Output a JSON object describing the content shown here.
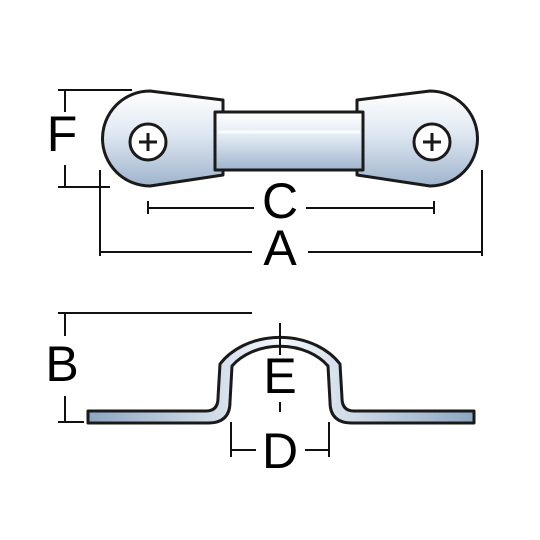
{
  "labels": {
    "a": "A",
    "b": "B",
    "c": "C",
    "d": "D",
    "e": "E",
    "f": "F"
  },
  "colors": {
    "metal_light": "#eef3f8",
    "metal_mid": "#c4d4e6",
    "metal_dark": "#8ea6c2",
    "outline": "#1a1a1a",
    "dimension": "#111111"
  },
  "icons": [
    "phillips-screw-hole-icon",
    "phillips-screw-hole-icon"
  ]
}
